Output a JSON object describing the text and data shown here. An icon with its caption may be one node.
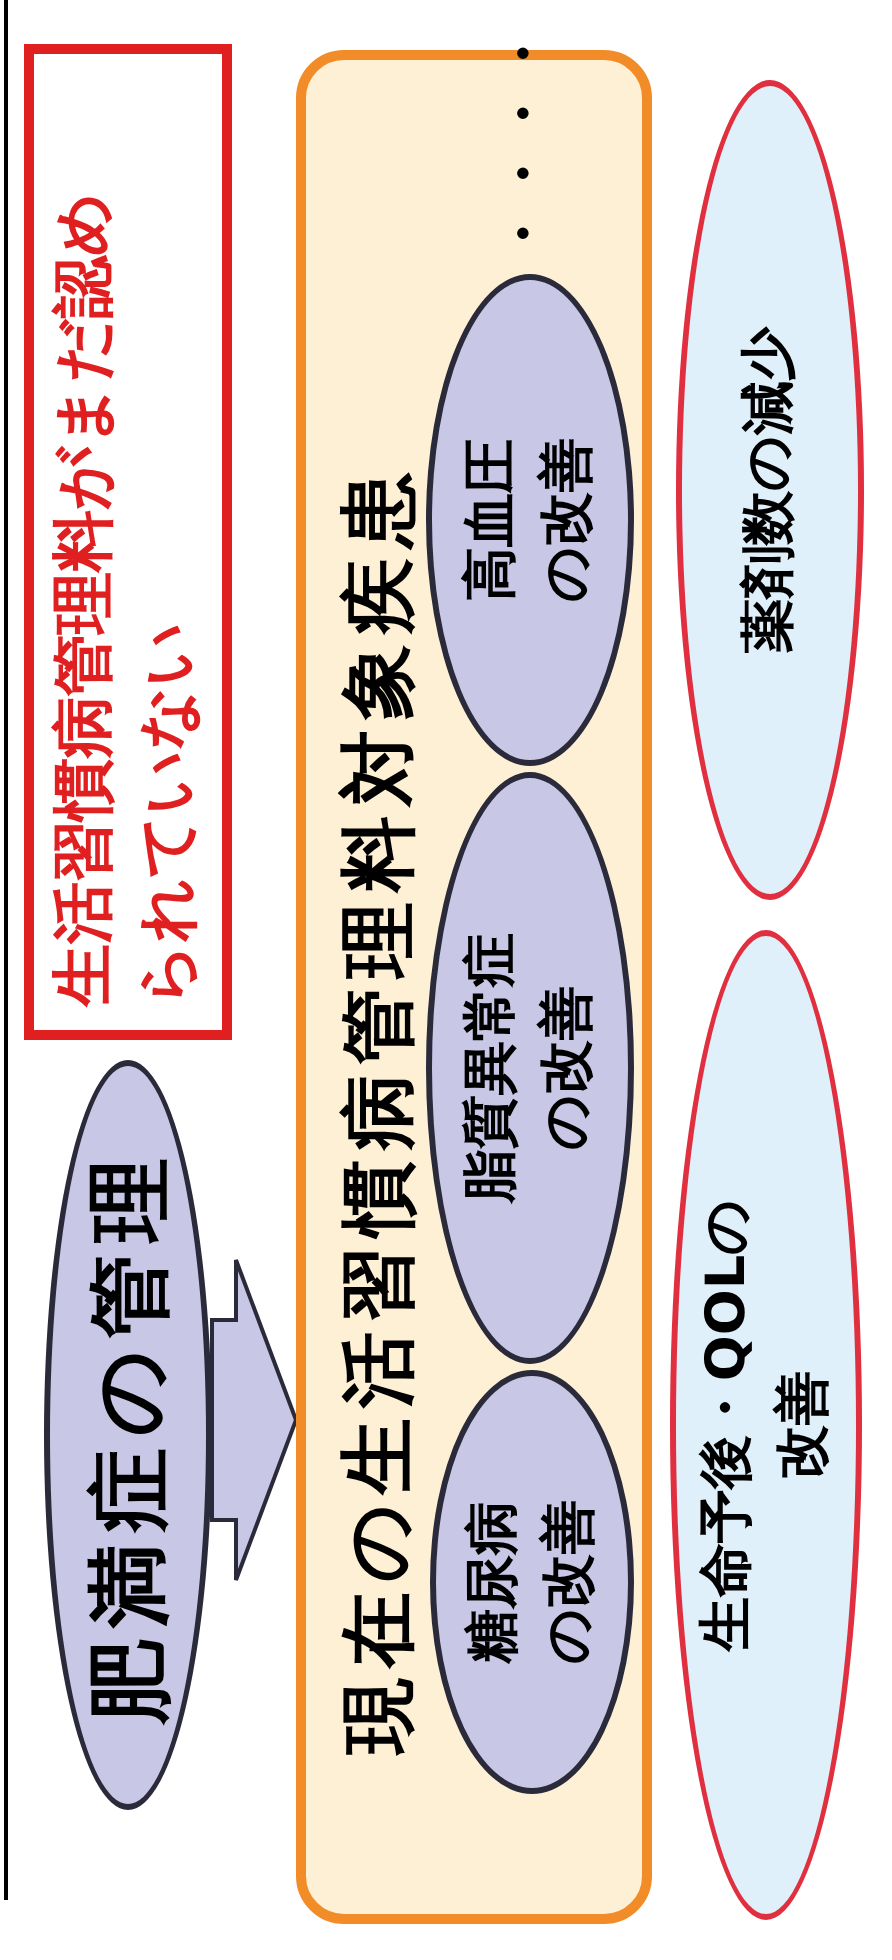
{
  "diagram": {
    "nodes": [
      {
        "text": [
          "肥満症の管理"
        ]
      },
      {
        "text": [
          "生活習慣病管理料がまだ認められていない"
        ]
      },
      {
        "text": [
          "現在の生活習慣病管理料対象疾患"
        ]
      },
      {
        "text": [
          "糖尿病の改善"
        ],
        "in": 2
      },
      {
        "text": [
          "脂質異常症の改善"
        ],
        "in": 2
      },
      {
        "text": [
          "高血圧の改善"
        ],
        "in": 2
      },
      {
        "text": [
          "生命予後・QOLの改善"
        ]
      },
      {
        "text": [
          "薬剤数の減少"
        ]
      }
    ],
    "edges": [
      {
        "from": 0,
        "to": 2,
        "arrow": "to"
      }
    ],
    "labels": [
      "・・・・"
    ]
  }
}
